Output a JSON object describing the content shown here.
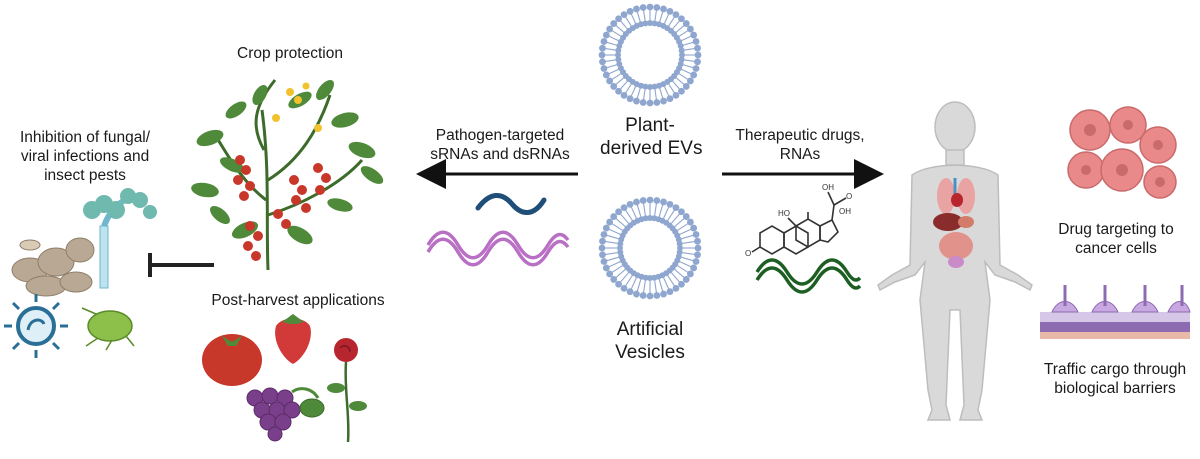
{
  "center": {
    "plant_evs": [
      "Plant-",
      "derived EVs"
    ],
    "artificial": [
      "Artificial",
      "Vesicles"
    ]
  },
  "left": {
    "arrow_label": [
      "Pathogen-targeted",
      "sRNAs and dsRNAs"
    ],
    "crop_protection": "Crop protection",
    "inhibition": [
      "Inhibition of fungal/",
      "viral infections and",
      "insect pests"
    ],
    "post_harvest": "Post-harvest applications"
  },
  "right": {
    "arrow_label": [
      "Therapeutic drugs,",
      "RNAs"
    ],
    "drug_targeting": [
      "Drug targeting to",
      "cancer cells"
    ],
    "traffic": [
      "Traffic cargo through",
      "biological barriers"
    ]
  },
  "colors": {
    "vesicle": "#8fa6cf",
    "sirna_dark": "#1f4e79",
    "dsrna": "#b86fc4",
    "rna_green": "#1d5e22",
    "tomato": "#c8382a",
    "leaf": "#4f8a3a",
    "cancer": "#e9898a",
    "barrier": "#8c6bb1",
    "body": "#d9d9d9"
  }
}
